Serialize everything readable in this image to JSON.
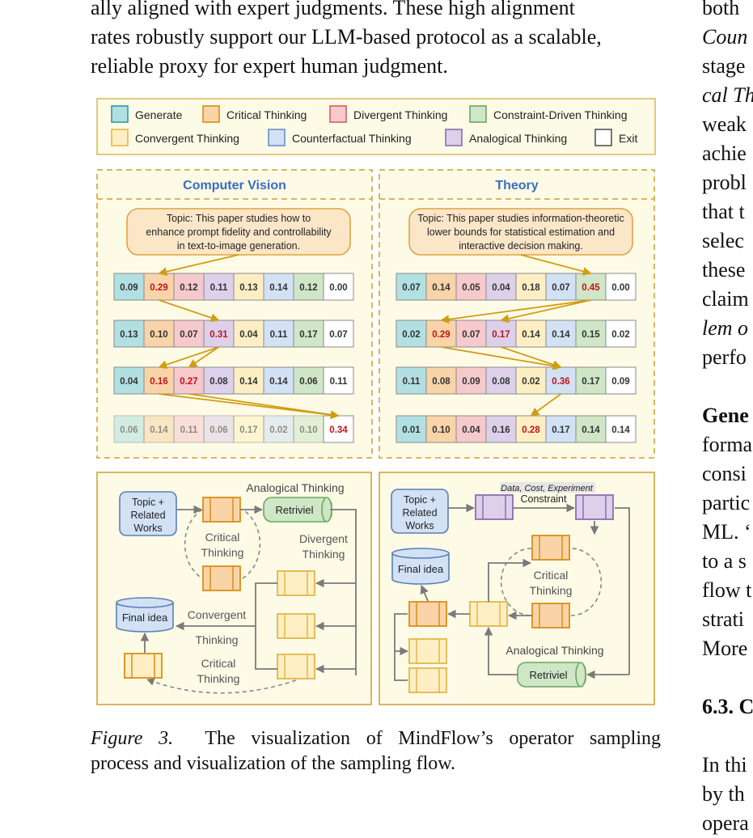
{
  "left_text": {
    "lines": [
      "ally aligned with expert judgments. These high alignment",
      "rates robustly support our LLM-based protocol as a scalable,",
      "reliable proxy for expert human judgment."
    ]
  },
  "right_column": {
    "lines": [
      {
        "text": "both",
        "style": "normal"
      },
      {
        "text": "Coun",
        "style": "italic"
      },
      {
        "text": "stage",
        "style": "normal"
      },
      {
        "text": "cal Th",
        "style": "italic"
      },
      {
        "text": "weak",
        "style": "normal"
      },
      {
        "text": "achie",
        "style": "normal"
      },
      {
        "text": "probl",
        "style": "normal"
      },
      {
        "text": "that t",
        "style": "normal"
      },
      {
        "text": "selec",
        "style": "normal"
      },
      {
        "text": "these",
        "style": "normal"
      },
      {
        "text": "claim",
        "style": "normal"
      },
      {
        "text": "lem o",
        "style": "italic"
      },
      {
        "text": "perfo",
        "style": "normal"
      },
      {
        "text": "",
        "style": "normal"
      },
      {
        "text": "Gene",
        "style": "bold"
      },
      {
        "text": "forma",
        "style": "normal"
      },
      {
        "text": "consi",
        "style": "normal"
      },
      {
        "text": "partic",
        "style": "normal"
      },
      {
        "text": "ML. ‘",
        "style": "normal"
      },
      {
        "text": "to a s",
        "style": "normal"
      },
      {
        "text": "flow t",
        "style": "normal"
      },
      {
        "text": "strati",
        "style": "normal"
      },
      {
        "text": "More",
        "style": "normal"
      },
      {
        "text": "",
        "style": "normal"
      },
      {
        "text": "6.3. C",
        "style": "bold"
      },
      {
        "text": "",
        "style": "normal"
      },
      {
        "text": "In thi",
        "style": "normal"
      },
      {
        "text": "by th",
        "style": "normal"
      },
      {
        "text": "opera",
        "style": "normal"
      }
    ]
  },
  "legend": {
    "items": [
      {
        "label": "Generate",
        "fill": "#b2e0e2",
        "stroke": "#2f9aa0"
      },
      {
        "label": "Critical Thinking",
        "fill": "#f9d4a8",
        "stroke": "#d98e17"
      },
      {
        "label": "Divergent Thinking",
        "fill": "#f6c9cc",
        "stroke": "#d0606a"
      },
      {
        "label": "Constraint-Driven Thinking",
        "fill": "#cfe6c7",
        "stroke": "#6aa860"
      },
      {
        "label": "Convergent Thinking",
        "fill": "#fdefc3",
        "stroke": "#e3b64a"
      },
      {
        "label": "Counterfactual Thinking",
        "fill": "#d3e1f5",
        "stroke": "#6c8fc8"
      },
      {
        "label": "Analogical Thinking",
        "fill": "#dcd0ea",
        "stroke": "#8e6bb3"
      },
      {
        "label": "Exit",
        "fill": "#ffffff",
        "stroke": "#555555"
      }
    ]
  },
  "panels": [
    {
      "title": "Computer Vision",
      "topic": [
        "Topic: This paper studies how to",
        "enhance  prompt fidelity and controllability",
        "in text-to-image generation."
      ],
      "rows": [
        {
          "values": [
            "0.09",
            "0.29",
            "0.12",
            "0.11",
            "0.13",
            "0.14",
            "0.12",
            "0.00"
          ],
          "hi": 1
        },
        {
          "values": [
            "0.13",
            "0.10",
            "0.07",
            "0.31",
            "0.04",
            "0.11",
            "0.17",
            "0.07"
          ],
          "hi": 3
        },
        {
          "values": [
            "0.04",
            "0.16",
            "0.27",
            "0.08",
            "0.14",
            "0.14",
            "0.06",
            "0.11"
          ],
          "hi": [
            1,
            2
          ]
        },
        {
          "values": [
            "0.06",
            "0.14",
            "0.11",
            "0.06",
            "0.17",
            "0.02",
            "0.10",
            "0.34"
          ],
          "hi": 7,
          "faded": true
        }
      ]
    },
    {
      "title": "Theory",
      "topic": [
        "Topic: This paper studies information-theoretic",
        "lower bounds for statistical estimation and",
        "interactive decision making."
      ],
      "rows": [
        {
          "values": [
            "0.07",
            "0.14",
            "0.05",
            "0.04",
            "0.18",
            "0.07",
            "0.45",
            "0.00"
          ],
          "hi": 6
        },
        {
          "values": [
            "0.02",
            "0.29",
            "0.07",
            "0.17",
            "0.14",
            "0.14",
            "0.15",
            "0.02"
          ],
          "hi": [
            1,
            3
          ]
        },
        {
          "values": [
            "0.11",
            "0.08",
            "0.09",
            "0.08",
            "0.02",
            "0.36",
            "0.17",
            "0.09"
          ],
          "hi": 5
        },
        {
          "values": [
            "0.01",
            "0.10",
            "0.04",
            "0.16",
            "0.28",
            "0.17",
            "0.14",
            "0.14"
          ],
          "hi": 4
        }
      ]
    }
  ],
  "flow_left": {
    "topic_box": [
      "Topic +",
      "Related",
      "Works"
    ],
    "analogical_label": "Analogical Thinking",
    "retriviel": "Retriviel",
    "critical_top": [
      "Critical",
      "Thinking"
    ],
    "divergent": [
      "Divergent",
      "Thinking"
    ],
    "convergent": [
      "Convergent",
      "Thinking"
    ],
    "critical_bottom": [
      "Critical",
      "Thinking"
    ],
    "final_idea": "Final idea"
  },
  "flow_right": {
    "topic_box": [
      "Topic +",
      "Related",
      "Works"
    ],
    "constraint_note": "Data, Cost, Experiment",
    "constraint_label": "Constraint",
    "critical": [
      "Critical",
      "Thinking"
    ],
    "final_idea": "Final idea",
    "analogical_label": "Analogical Thinking",
    "retriviel": "Retriviel"
  },
  "caption": {
    "label": "Figure 3.",
    "line1": "The visualization of MindFlow’s operator sampling",
    "line2": "process and visualization of the sampling flow."
  },
  "colors": {
    "teal": "#b2e0e2",
    "orange": "#f9d4a8",
    "pink": "#f6c9cc",
    "purple": "#dcd0ea",
    "yellow": "#fdefc3",
    "blue": "#d3e1f5",
    "green": "#cfe6c7",
    "white": "#ffffff",
    "panel_bg": "#fdfbe6",
    "panel_border": "#d9b75a",
    "arrow": "#d29c13",
    "title_blue": "#3a6cc0",
    "highlight_red": "#c0131c"
  }
}
